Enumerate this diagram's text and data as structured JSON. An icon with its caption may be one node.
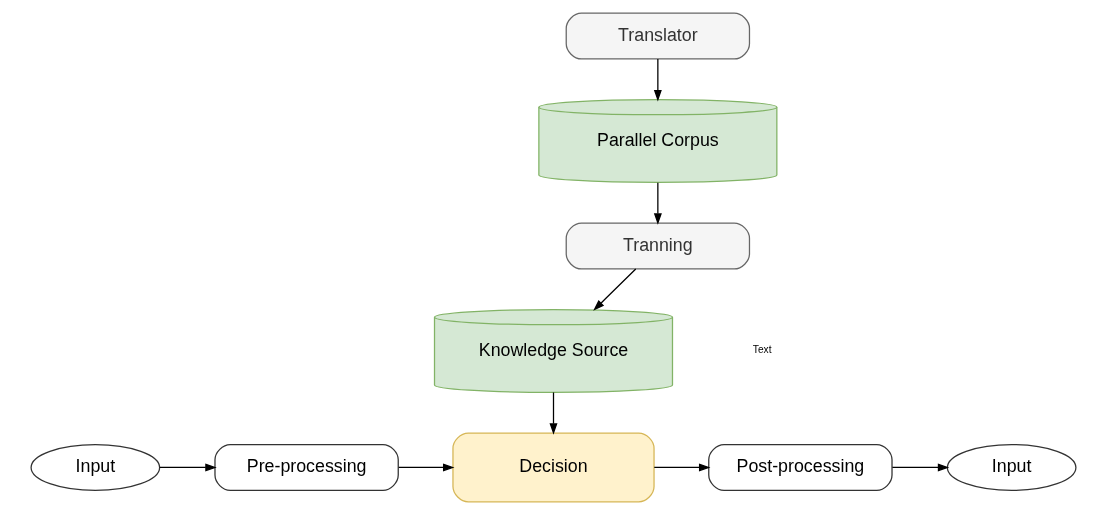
{
  "diagram": {
    "nodes": [
      {
        "text": [
          "Translator"
        ]
      },
      {
        "text": [
          "Parallel Corpus"
        ]
      },
      {
        "text": [
          "Tranning"
        ]
      },
      {
        "text": [
          "Knowledge Source"
        ]
      },
      {
        "text": [
          "Input"
        ]
      },
      {
        "text": [
          "Pre-processing"
        ]
      },
      {
        "text": [
          "Decision"
        ]
      },
      {
        "text": [
          "Post-processing"
        ]
      },
      {
        "text": [
          "Input"
        ]
      }
    ],
    "edges": [
      {
        "from": 0,
        "to": 1,
        "arrow": "to"
      },
      {
        "from": 1,
        "to": 2,
        "arrow": "to"
      },
      {
        "from": 2,
        "to": 3,
        "arrow": "to"
      },
      {
        "from": 3,
        "to": 6,
        "arrow": "to"
      },
      {
        "from": 4,
        "to": 5,
        "arrow": "to"
      },
      {
        "from": 5,
        "to": 6,
        "arrow": "to"
      },
      {
        "from": 6,
        "to": 7,
        "arrow": "to"
      },
      {
        "from": 7,
        "to": 8,
        "arrow": "to"
      }
    ],
    "labels": [
      "Text"
    ]
  }
}
